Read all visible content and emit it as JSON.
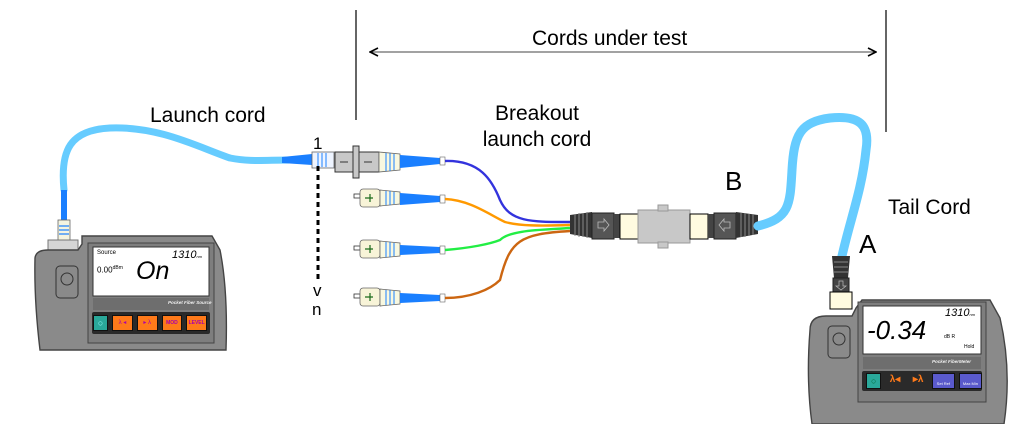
{
  "labels": {
    "cords_under_test": "Cords under test",
    "launch_cord": "Launch cord",
    "breakout_line1": "Breakout",
    "breakout_line2": "launch cord",
    "tail_cord": "Tail Cord",
    "point_b": "B",
    "point_a": "A",
    "fiber_first": "1",
    "fiber_last": "n",
    "fiber_arrow": "v"
  },
  "source_device": {
    "name": "Pocket Fiber Source",
    "lcd": {
      "mode_label": "Source",
      "power_value": "0.00",
      "power_unit": "dBm",
      "status": "On",
      "wavelength": "1310",
      "wavelength_unit": "nm"
    },
    "buttons": [
      {
        "name": "power",
        "label": "○",
        "color": "#2aa89a"
      },
      {
        "name": "lambda-left",
        "label": "λ ◂",
        "color": "#ff7a1a"
      },
      {
        "name": "lambda-right",
        "label": "▸ λ",
        "color": "#ff7a1a"
      },
      {
        "name": "mod",
        "label": "MOD",
        "color": "#ff7a1a"
      },
      {
        "name": "level",
        "label": "LEVEL",
        "color": "#ff7a1a"
      }
    ]
  },
  "meter_device": {
    "name": "Pocket FiberMeter",
    "lcd": {
      "reading": "-0.34",
      "unit": "dB R",
      "wavelength": "1310",
      "wavelength_unit": "nm",
      "hold": "Hold"
    },
    "buttons": [
      {
        "name": "power",
        "label": "○",
        "color": "#2aa89a"
      },
      {
        "name": "lambda-left",
        "label": "λ◂",
        "color": "#ff7a1a"
      },
      {
        "name": "lambda-right",
        "label": "▸λ",
        "color": "#ff7a1a"
      },
      {
        "name": "set-ref",
        "label": "Set Ref",
        "color": "#5a5acc"
      },
      {
        "name": "max-min",
        "label": "Max Min",
        "color": "#5a5acc"
      }
    ]
  },
  "colors": {
    "cord_blue": "#66ccff",
    "connector_blue": "#1a7fff",
    "fiber1": "#3333dd",
    "fiber2": "#ff9900",
    "fiber3": "#22ee44",
    "fiber4": "#cc6611",
    "device_body": "#8a8a8a",
    "adapter_gray": "#c8c8c8"
  }
}
